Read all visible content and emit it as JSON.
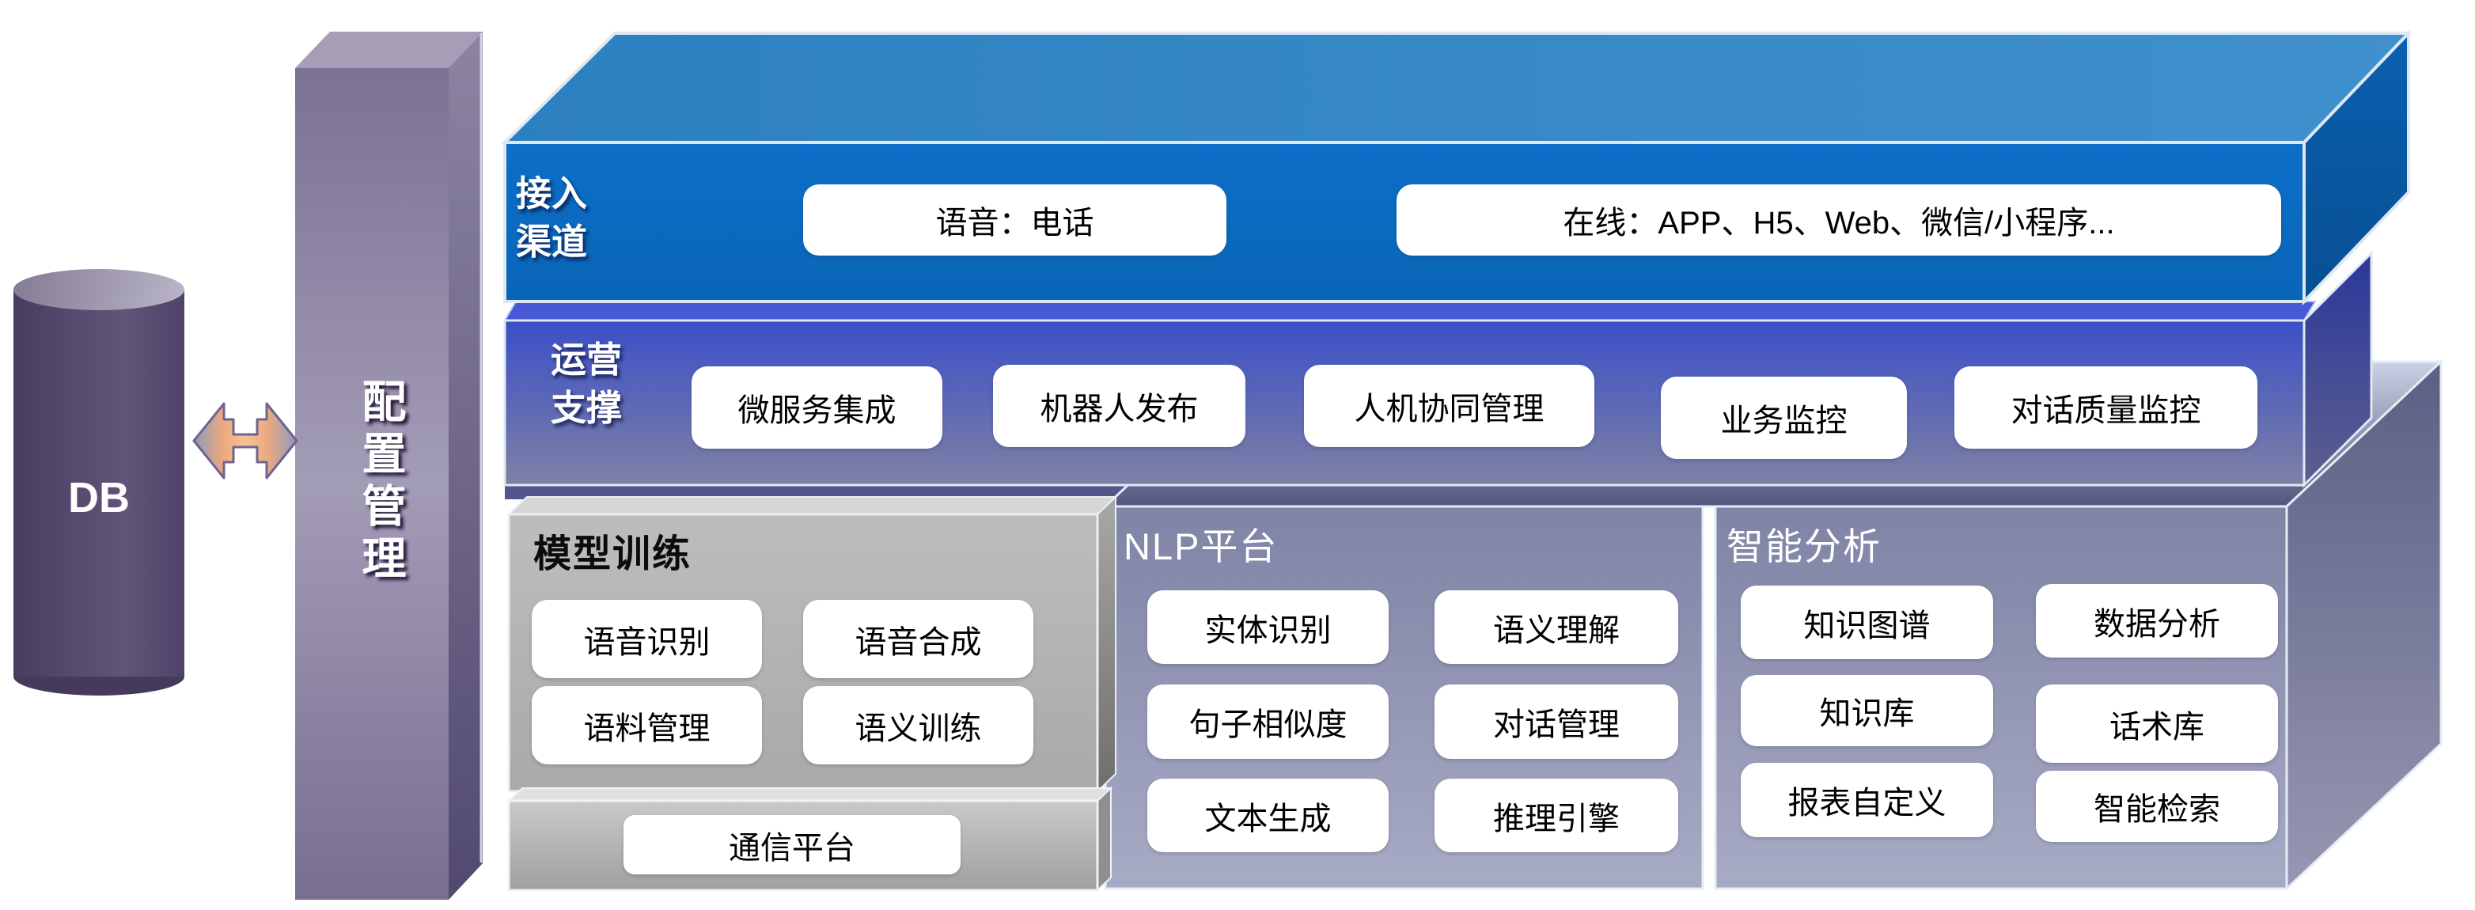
{
  "db": {
    "label": "DB"
  },
  "config_bar": {
    "label": "配置管理"
  },
  "access": {
    "label_lines": [
      "接入",
      "渠道"
    ],
    "btn_voice": "语音：电话",
    "btn_online": "在线：APP、H5、Web、微信/小程序..."
  },
  "ops": {
    "label_lines": [
      "运营",
      "支撑"
    ],
    "buttons": [
      "微服务集成",
      "机器人发布",
      "人机协同管理",
      "业务监控",
      "对话质量监控"
    ]
  },
  "model_training": {
    "title": "模型训练",
    "buttons": [
      "语音识别",
      "语音合成",
      "语料管理",
      "语义训练"
    ]
  },
  "comm_platform": {
    "button": "通信平台"
  },
  "nlp": {
    "title": "NLP平台",
    "buttons": [
      "实体识别",
      "语义理解",
      "句子相似度",
      "对话管理",
      "文本生成",
      "推理引擎"
    ]
  },
  "analysis": {
    "title": "智能分析",
    "buttons": [
      "知识图谱",
      "数据分析",
      "知识库",
      "话术库",
      "报表自定义",
      "智能检索"
    ]
  },
  "colors": {
    "access_front_blue": "#0b6ac4",
    "access_top_blue": "#3587c6",
    "access_side_blue": "#09579e",
    "ops_gradient_top": "#3b4fc8",
    "ops_gradient_bottom": "#7e81a4",
    "panel_purple": "#8b8fb0",
    "gray_panel": "#b4b4b4",
    "config_bar_purple": "#9a93ae",
    "cylinder_purple": "#574a6d",
    "arrow_orange": "#f2ab7e",
    "button_white": "#ffffff"
  }
}
